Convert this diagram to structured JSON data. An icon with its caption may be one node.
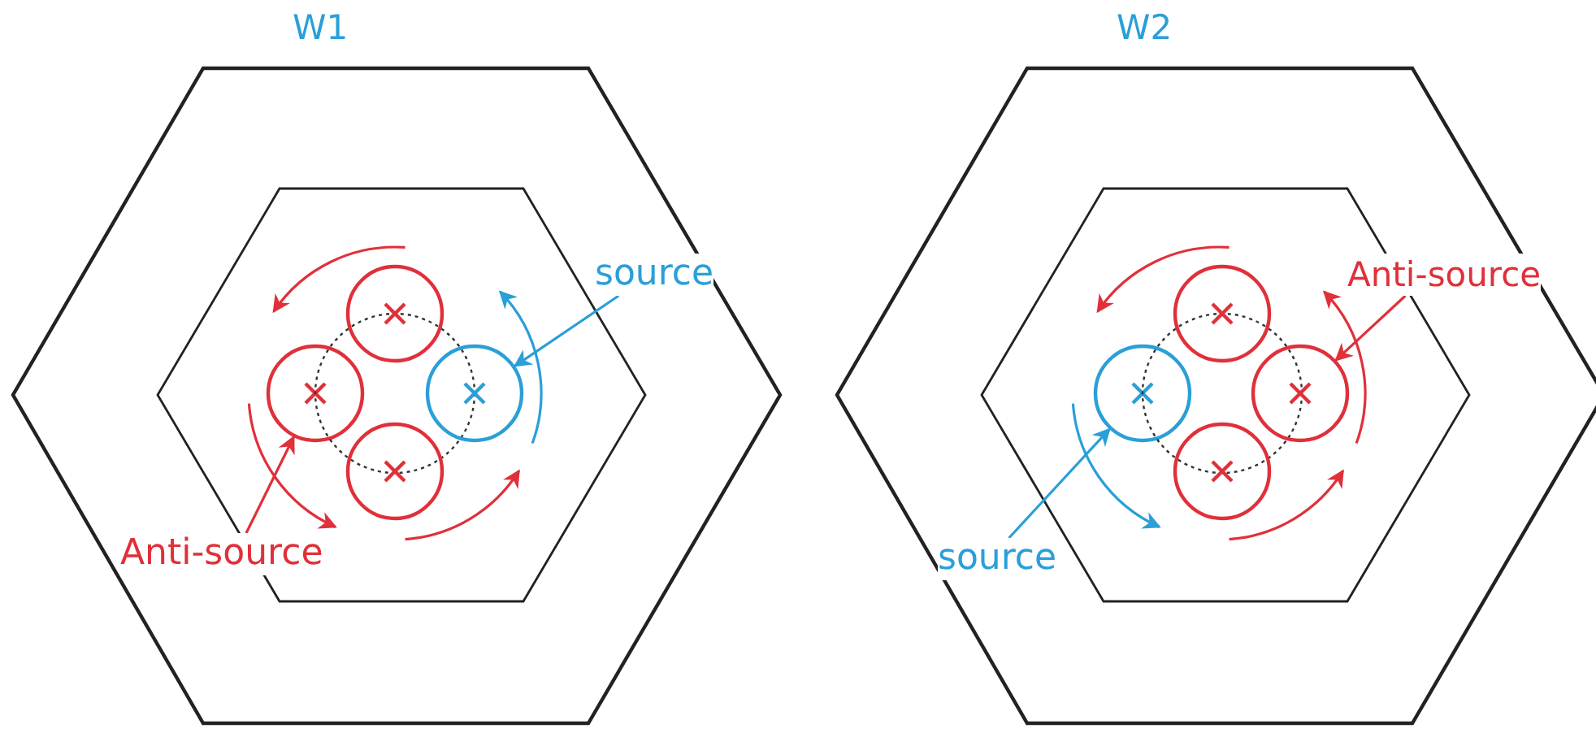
{
  "diagram": {
    "nodes": [
      {
        "text": [
          "source"
        ]
      },
      {
        "text": [
          "Anti-source"
        ]
      },
      {
        "text": [
          "Anti-source"
        ]
      },
      {
        "text": [
          "source"
        ]
      },
      {
        "text": [],
        "shape": "circle"
      },
      {
        "text": [],
        "shape": "circle"
      },
      {
        "text": [],
        "shape": "circle"
      },
      {
        "text": [],
        "shape": "circle"
      },
      {
        "text": [],
        "shape": "circle"
      },
      {
        "text": [],
        "shape": "circle"
      },
      {
        "text": [],
        "shape": "circle"
      },
      {
        "text": [],
        "shape": "circle"
      },
      {
        "text": [],
        "shape": "circle"
      },
      {
        "text": [],
        "shape": "circle"
      }
    ],
    "edges": [
      {
        "from": 0,
        "to": 8,
        "arrow": "to",
        "color": "#2a9fd8"
      },
      {
        "from": 1,
        "to": 4,
        "arrow": "to",
        "color": "#e0303a"
      },
      {
        "from": 2,
        "to": 13,
        "arrow": "to",
        "color": "#e0303a"
      },
      {
        "from": 3,
        "to": 9,
        "arrow": "to",
        "color": "#2a9fd8"
      }
    ],
    "labels": [
      "W1",
      "W2"
    ]
  }
}
